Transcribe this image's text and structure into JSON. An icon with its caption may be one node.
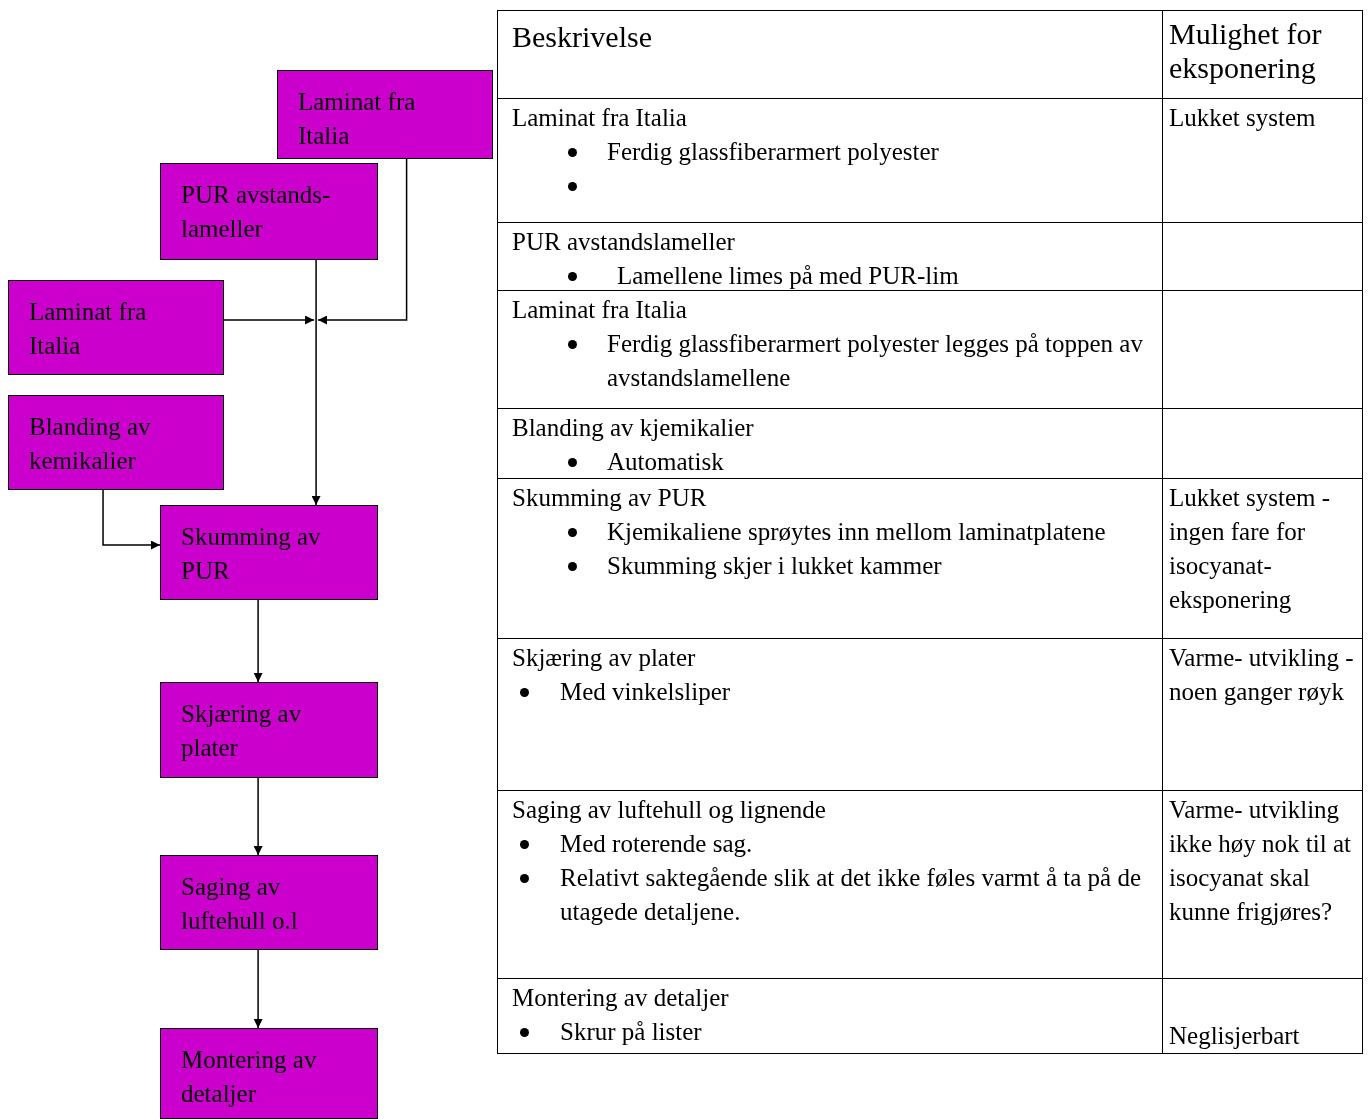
{
  "diagram": {
    "nodes": [
      {
        "text": [
          "Laminat fra Italia"
        ]
      },
      {
        "text": [
          "PUR avstands- lameller"
        ]
      },
      {
        "text": [
          "Laminat fra Italia"
        ]
      },
      {
        "text": [
          "Blanding av kemikalier"
        ]
      },
      {
        "text": [
          "Skumming av PUR"
        ]
      },
      {
        "text": [
          "Skjæring av plater"
        ]
      },
      {
        "text": [
          "Saging av luftehull o.l"
        ]
      },
      {
        "text": [
          "Montering av detaljer"
        ]
      }
    ],
    "edges": [
      {
        "from": 0,
        "to": 4,
        "arrow": "to"
      },
      {
        "from": 1,
        "to": 4,
        "arrow": "to"
      },
      {
        "from": 2,
        "to": 4,
        "arrow": "to"
      },
      {
        "from": 3,
        "to": 4,
        "arrow": "to"
      },
      {
        "from": 4,
        "to": 5,
        "arrow": "to"
      },
      {
        "from": 5,
        "to": 6,
        "arrow": "to"
      },
      {
        "from": 6,
        "to": 7,
        "arrow": "to"
      }
    ],
    "labels": [
      "Beskrivelse",
      "Mulighet for eksponering",
      "Laminat fra Italia",
      "Ferdig glassfiberarmert polyester",
      "Lukket system",
      "PUR avstandslameller",
      "Lamellene limes på med PUR-lim",
      "Laminat fra Italia",
      "Ferdig glassfiberarmert polyester legges på toppen av avstandslamellene",
      "Blanding av kjemikalier",
      "Automatisk",
      "Skumming av PUR",
      "Kjemikaliene sprøytes inn mellom laminatplatene",
      "Skumming skjer i lukket kammer",
      "Lukket system - ingen fare for isocyanat- eksponering",
      "Skjæring av plater",
      "Med vinkelsliper",
      "Varme- utvikling - noen ganger røyk",
      "Saging av luftehull og lignende",
      "Med roterende sag.",
      "Relativt saktegående slik at det ikke føles varmt å ta på de utagede detaljene.",
      "Varme- utvikling ikke høy nok til at isocyanat skal kunne frigjøres?",
      "Montering av detaljer",
      "Skrur på lister",
      "Neglisjerbart"
    ]
  }
}
